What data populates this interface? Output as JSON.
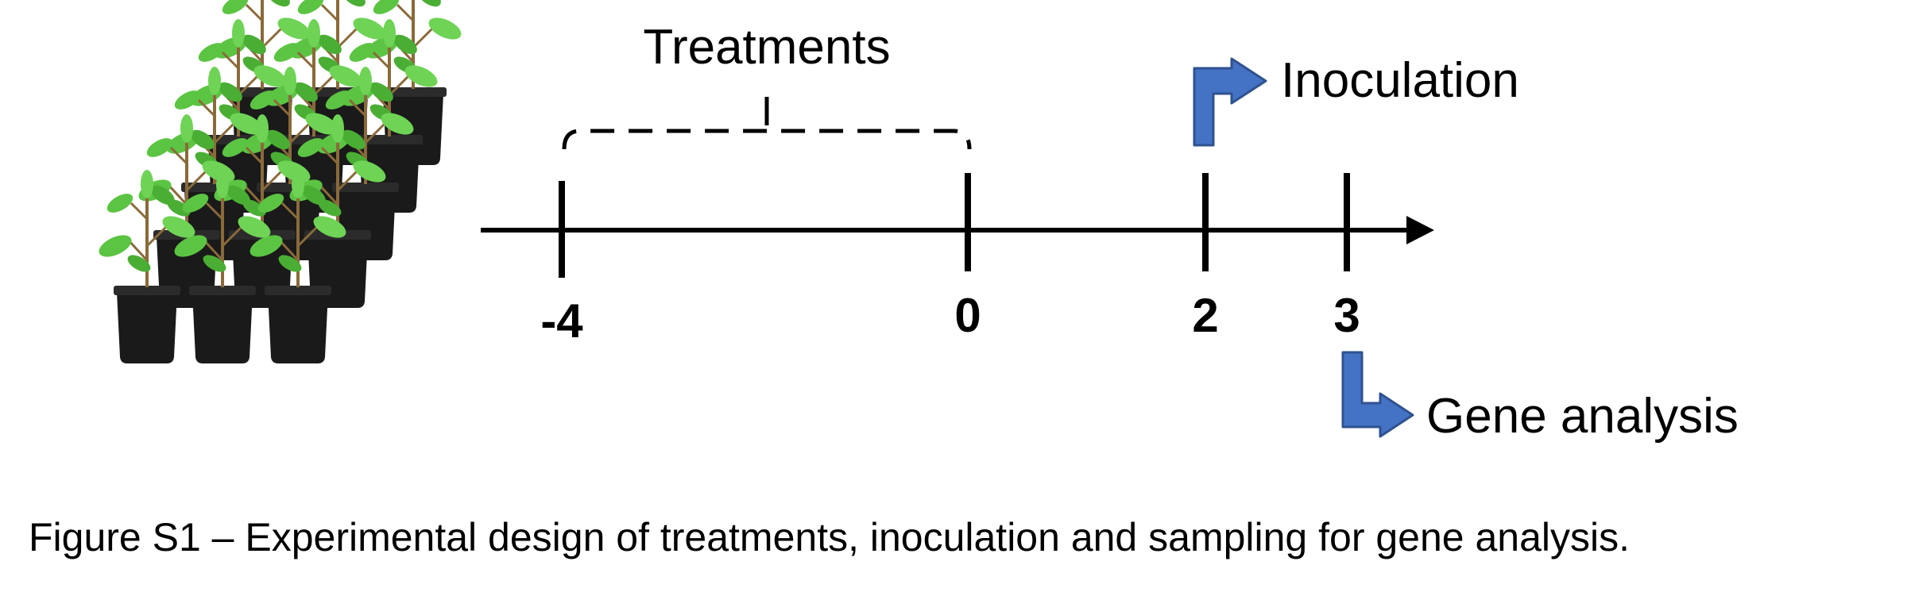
{
  "diagram": {
    "treatments_label": "Treatments",
    "inoculation_label": "Inoculation",
    "gene_analysis_label": "Gene analysis",
    "timeline_ticks": [
      "-4",
      "0",
      "2",
      "3"
    ],
    "caption": "Figure S1 – Experimental design of treatments, inoculation and sampling for gene analysis.",
    "icons": {
      "plants": "potted-plants-icon",
      "inoculation_arrow": "bent-arrow-up-right-icon",
      "analysis_arrow": "bent-arrow-down-right-icon"
    },
    "colors": {
      "arrow_fill": "#4472C4",
      "arrow_stroke": "#2F528F",
      "leaf": "#5CC443",
      "pot": "#1A1A1A"
    }
  }
}
